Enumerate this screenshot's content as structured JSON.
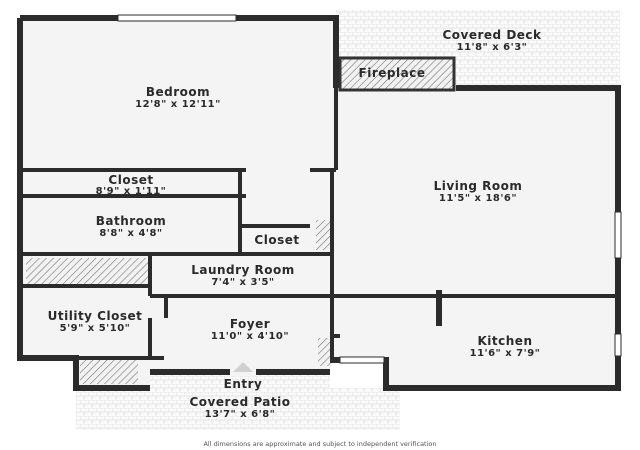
{
  "rooms": {
    "covered_deck": {
      "name": "Covered Deck",
      "dims": "11'8\" x 6'3\""
    },
    "fireplace": {
      "name": "Fireplace"
    },
    "bedroom": {
      "name": "Bedroom",
      "dims": "12'8\" x 12'11\""
    },
    "closet_bedroom": {
      "name": "Closet",
      "dims": "8'9\" x 1'11\""
    },
    "living_room": {
      "name": "Living Room",
      "dims": "11'5\" x 18'6\""
    },
    "bathroom": {
      "name": "Bathroom",
      "dims": "8'8\" x 4'8\""
    },
    "closet_small": {
      "name": "Closet"
    },
    "laundry_room": {
      "name": "Laundry Room",
      "dims": "7'4\" x 3'5\""
    },
    "utility_closet": {
      "name": "Utility Closet",
      "dims": "5'9\" x 5'10\""
    },
    "foyer": {
      "name": "Foyer",
      "dims": "11'0\" x 4'10\""
    },
    "kitchen": {
      "name": "Kitchen",
      "dims": "11'6\" x 7'9\""
    },
    "entry": {
      "name": "Entry"
    },
    "covered_patio": {
      "name": "Covered Patio",
      "dims": "13'7\" x 6'8\""
    }
  },
  "disclaimer": "All dimensions are approximate and subject to independent verification"
}
